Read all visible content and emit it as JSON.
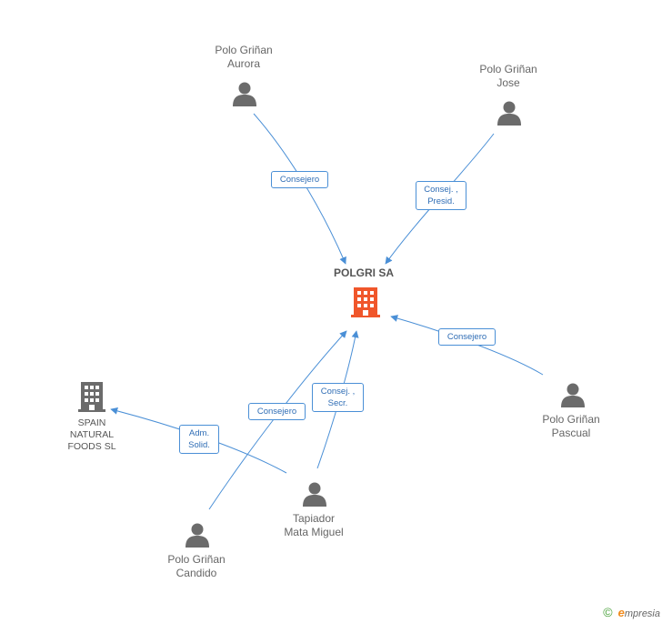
{
  "colors": {
    "edge": "#4a8fd6",
    "person": "#6b6b6b",
    "main_company": "#f0562b",
    "company": "#6b6b6b"
  },
  "main_company": {
    "name": "POLGRI SA",
    "icon": "building-icon"
  },
  "company": {
    "name_lines": [
      "SPAIN",
      "NATURAL",
      "FOODS SL"
    ],
    "icon": "building-icon"
  },
  "persons": [
    {
      "id": "aurora",
      "lines": [
        "Polo Griñan",
        "Aurora"
      ],
      "icon": "person-icon"
    },
    {
      "id": "jose",
      "lines": [
        "Polo Griñan",
        "Jose"
      ],
      "icon": "person-icon"
    },
    {
      "id": "pascual",
      "lines": [
        "Polo Griñan",
        "Pascual"
      ],
      "icon": "person-icon"
    },
    {
      "id": "tapiador",
      "lines": [
        "Tapiador",
        "Mata Miguel"
      ],
      "icon": "person-icon"
    },
    {
      "id": "candido",
      "lines": [
        "Polo Griñan",
        "Candido"
      ],
      "icon": "person-icon"
    }
  ],
  "relations": [
    {
      "from": "aurora",
      "to": "POLGRI SA",
      "lines": [
        "Consejero"
      ]
    },
    {
      "from": "jose",
      "to": "POLGRI SA",
      "lines": [
        "Consej. ,",
        "Presid."
      ]
    },
    {
      "from": "pascual",
      "to": "POLGRI SA",
      "lines": [
        "Consejero"
      ]
    },
    {
      "from": "candido",
      "to": "POLGRI SA",
      "lines": [
        "Consejero"
      ]
    },
    {
      "from": "tapiador",
      "to": "POLGRI SA",
      "lines": [
        "Consej. ,",
        "Secr."
      ]
    },
    {
      "from": "tapiador",
      "to": "SPAIN NATURAL FOODS SL",
      "lines": [
        "Adm.",
        "Solid."
      ]
    }
  ],
  "footer": {
    "copyright": "©",
    "brand_initial": "e",
    "brand_rest": "mpresia"
  }
}
